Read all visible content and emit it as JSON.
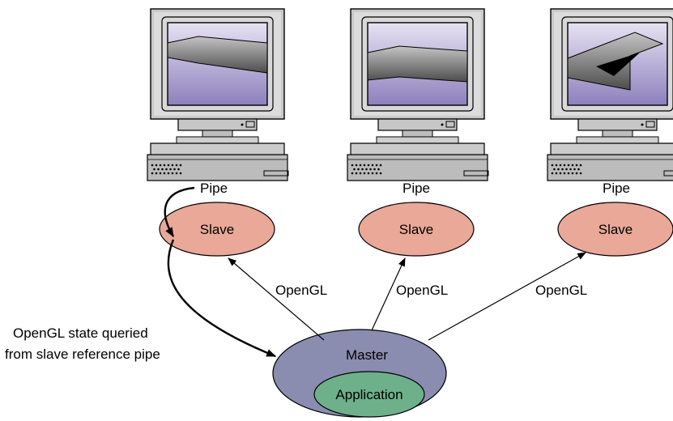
{
  "computers": [
    {
      "pipe_label": "Pipe",
      "slave_label": "Slave",
      "edge_label": "OpenGL"
    },
    {
      "pipe_label": "Pipe",
      "slave_label": "Slave",
      "edge_label": "OpenGL"
    },
    {
      "pipe_label": "Pipe",
      "slave_label": "Slave",
      "edge_label": "OpenGL"
    }
  ],
  "master": {
    "label": "Master",
    "inner_label": "Application"
  },
  "annotation": {
    "line1": "OpenGL state queried",
    "line2": "from slave reference pipe"
  },
  "colors": {
    "slave_fill": "#e9a898",
    "master_fill": "#8a8cb0",
    "application_fill": "#6eb08a",
    "screen_sky": "#a99ccd",
    "monitor_body": "#c8c8c8"
  }
}
